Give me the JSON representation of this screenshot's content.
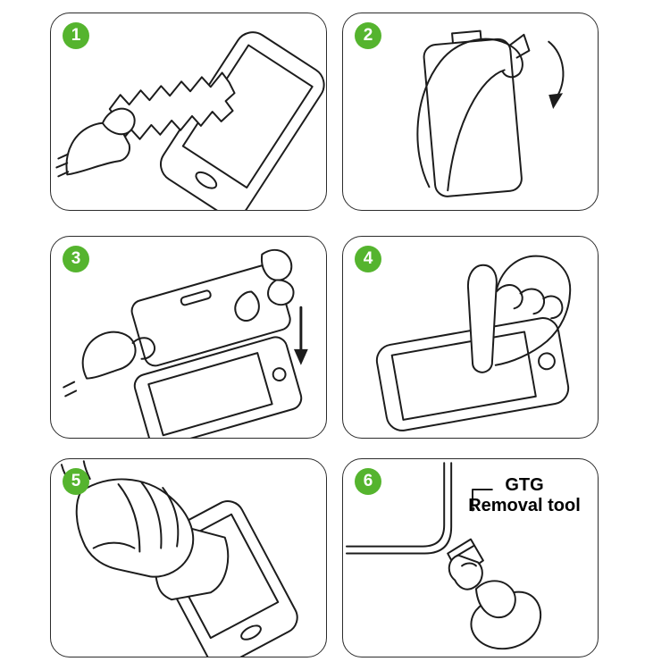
{
  "page": {
    "background": "#ffffff",
    "ink": "#1c1c1c",
    "accent_green": "#55b42e"
  },
  "steps": [
    {
      "number": "1",
      "illustration": "wipe-screen-with-cloth"
    },
    {
      "number": "2",
      "illustration": "peel-backing-film"
    },
    {
      "number": "3",
      "illustration": "align-protector-over-phone"
    },
    {
      "number": "4",
      "illustration": "press-center-of-screen"
    },
    {
      "number": "5",
      "illustration": "smooth-with-card"
    },
    {
      "number": "6",
      "illustration": "lift-corner-with-removal-tool"
    }
  ],
  "step6_annotation": {
    "line1": "GTG",
    "line2": "Removal tool"
  }
}
